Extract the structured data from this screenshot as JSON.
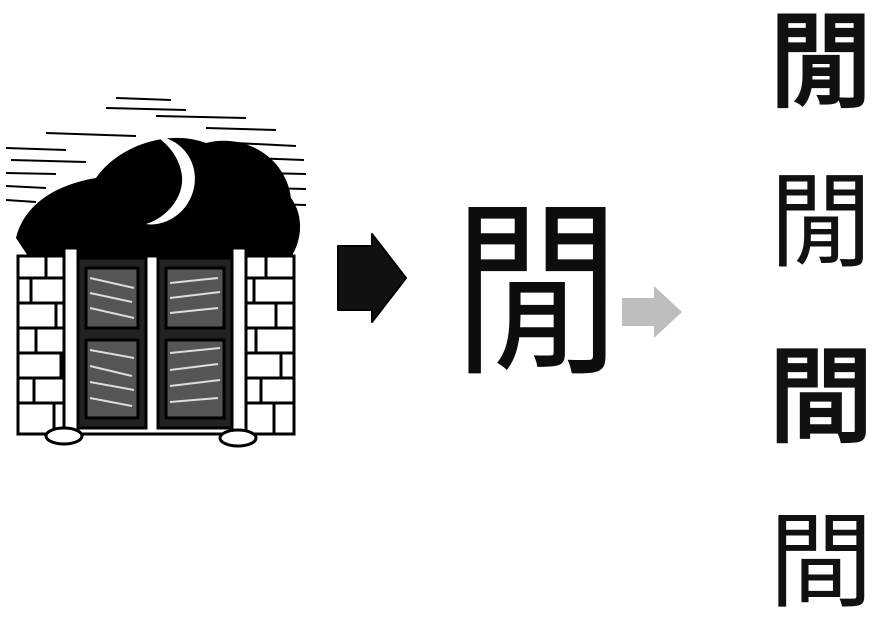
{
  "evolution": {
    "stage2_glyph": "閒",
    "stage3_glyphs": [
      "閒",
      "閒",
      "間",
      "間"
    ]
  },
  "icons": {
    "illustration": "moon-between-doors-icon",
    "primary_arrow": "right-arrow-icon",
    "secondary_arrow": "right-arrow-icon"
  },
  "colors": {
    "ink": "#0d0d0d",
    "primary_arrow": "#111111",
    "secondary_arrow": "#bdbdbd",
    "background": "#ffffff"
  }
}
